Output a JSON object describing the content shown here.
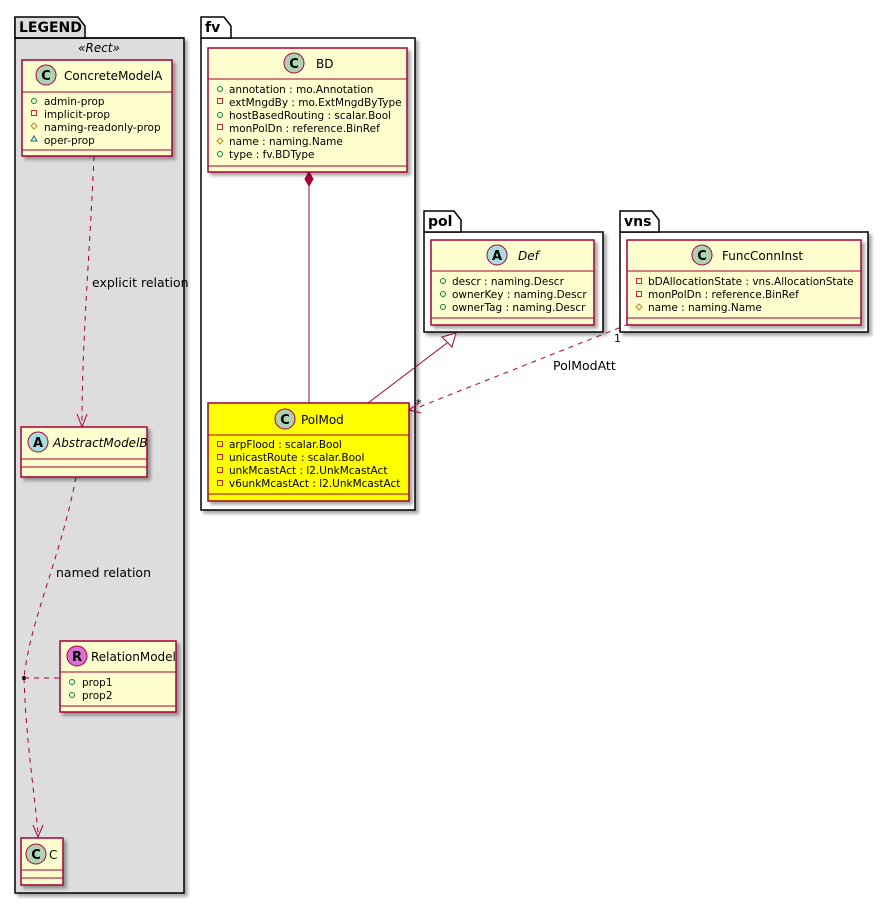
{
  "colors": {
    "class_fill": "#FEFECE",
    "highlight_fill": "#FFFF00",
    "border": "#A80036",
    "legend_fill": "#DDDDDD",
    "circle_class": "#ADD1B2",
    "circle_abstract": "#A9DCDF",
    "circle_relation": "#DA70D6"
  },
  "packages": {
    "legend": {
      "label": "LEGEND",
      "stereotype": "«Rect»"
    },
    "fv": {
      "label": "fv"
    },
    "pol": {
      "label": "pol"
    },
    "vns": {
      "label": "vns"
    }
  },
  "classes": {
    "concrete_model_a": {
      "kind": "C",
      "name": "ConcreteModelA",
      "attributes": [
        {
          "vis": "+",
          "text": "admin-prop"
        },
        {
          "vis": "-",
          "text": "implicit-prop"
        },
        {
          "vis": "#",
          "text": "naming-readonly-prop"
        },
        {
          "vis": "~",
          "text": "oper-prop"
        }
      ]
    },
    "abstract_model_b": {
      "kind": "A",
      "name": "AbstractModelB",
      "attributes": []
    },
    "relation_model": {
      "kind": "R",
      "name": "RelationModel",
      "attributes": [
        {
          "vis": "+",
          "text": "prop1"
        },
        {
          "vis": "+",
          "text": "prop2"
        }
      ]
    },
    "c": {
      "kind": "C",
      "name": "C",
      "attributes": []
    },
    "bd": {
      "kind": "C",
      "name": "BD",
      "attributes": [
        {
          "vis": "+",
          "text": "annotation : mo.Annotation"
        },
        {
          "vis": "-",
          "text": "extMngdBy : mo.ExtMngdByType"
        },
        {
          "vis": "+",
          "text": "hostBasedRouting : scalar.Bool"
        },
        {
          "vis": "-",
          "text": "monPolDn : reference.BinRef"
        },
        {
          "vis": "#",
          "text": "name : naming.Name"
        },
        {
          "vis": "+",
          "text": "type : fv.BDType"
        }
      ]
    },
    "pol_mod": {
      "kind": "C",
      "name": "PolMod",
      "attributes": [
        {
          "vis": "-",
          "text": "arpFlood : scalar.Bool"
        },
        {
          "vis": "-",
          "text": "unicastRoute : scalar.Bool"
        },
        {
          "vis": "-",
          "text": "unkMcastAct : l2.UnkMcastAct"
        },
        {
          "vis": "-",
          "text": "v6unkMcastAct : l2.UnkMcastAct"
        }
      ]
    },
    "def": {
      "kind": "A",
      "name": "Def",
      "attributes": [
        {
          "vis": "+",
          "text": "descr : naming.Descr"
        },
        {
          "vis": "+",
          "text": "ownerKey : naming.Descr"
        },
        {
          "vis": "+",
          "text": "ownerTag : naming.Descr"
        }
      ]
    },
    "func_conn_inst": {
      "kind": "C",
      "name": "FuncConnInst",
      "attributes": [
        {
          "vis": "-",
          "text": "bDAllocationState : vns.AllocationState"
        },
        {
          "vis": "-",
          "text": "monPolDn : reference.BinRef"
        },
        {
          "vis": "#",
          "text": "name : naming.Name"
        }
      ]
    }
  },
  "relations": {
    "explicit_relation": "explicit relation",
    "named_relation": "named relation",
    "pol_mod_att": "PolModAtt",
    "mult_one": "1",
    "mult_many": "*"
  }
}
